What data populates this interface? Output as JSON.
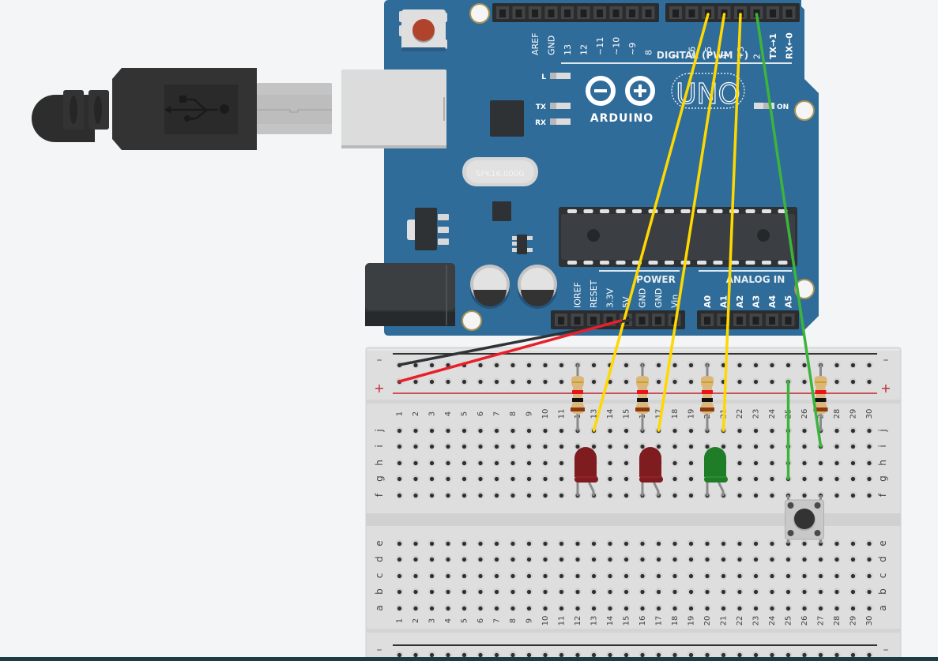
{
  "canvas": {
    "background": "#f3f5f7"
  },
  "usb_cable": {
    "symbol": "usb-icon"
  },
  "arduino": {
    "board_color": "#2f6c99",
    "logo_text": "ARDUINO",
    "model_text": "UNO",
    "crystal_text": "SPK16.000G",
    "led_labels": {
      "l": "L",
      "tx": "TX",
      "rx": "RX",
      "on": "ON"
    },
    "digital_header_title": "DIGITAL (PWM ~)",
    "digital_pins_left": [
      "AREF",
      "GND",
      "13",
      "12",
      "~11",
      "~10",
      "~9",
      "8"
    ],
    "digital_pins_right": [
      "7",
      "~6",
      "~5",
      "4",
      "~3",
      "2",
      "TX→1",
      "RX←0"
    ],
    "power_header_title": "POWER",
    "power_pins": [
      "IOREF",
      "RESET",
      "3.3V",
      "5V",
      "GND",
      "GND",
      "Vin"
    ],
    "analog_header_title": "ANALOG IN",
    "analog_pins": [
      "A0",
      "A1",
      "A2",
      "A3",
      "A4",
      "A5"
    ]
  },
  "breadboard": {
    "columns": [
      "1",
      "2",
      "3",
      "4",
      "5",
      "6",
      "7",
      "8",
      "9",
      "10",
      "11",
      "12",
      "13",
      "14",
      "15",
      "16",
      "17",
      "18",
      "19",
      "20",
      "21",
      "22",
      "23",
      "24",
      "25",
      "26",
      "27",
      "28",
      "29",
      "30"
    ],
    "rows_top": [
      "j",
      "i",
      "h",
      "g",
      "f"
    ],
    "rows_bottom": [
      "e",
      "d",
      "c",
      "b",
      "a"
    ],
    "rail_minus": "–",
    "rail_plus": "+",
    "rail_plus_color": "#c0272d"
  },
  "components": {
    "resistors": [
      {
        "name": "resistor-1",
        "column": "12",
        "bands": [
          "#c9a227",
          "#e8141b",
          "#111111",
          "#8b3a0e"
        ]
      },
      {
        "name": "resistor-2",
        "column": "16",
        "bands": [
          "#c9a227",
          "#e8141b",
          "#111111",
          "#8b3a0e"
        ]
      },
      {
        "name": "resistor-3",
        "column": "20",
        "bands": [
          "#c9a227",
          "#e8141b",
          "#111111",
          "#8b3a0e"
        ]
      },
      {
        "name": "resistor-4",
        "column": "27",
        "bands": [
          "#c9a227",
          "#e8141b",
          "#111111",
          "#8b3a0e"
        ]
      }
    ],
    "leds": [
      {
        "name": "led-red-1",
        "column": "12",
        "color": "#7e1c1f",
        "rim": "#9a2a2d"
      },
      {
        "name": "led-red-2",
        "column": "16",
        "color": "#7e1c1f",
        "rim": "#9a2a2d"
      },
      {
        "name": "led-green",
        "column": "20",
        "color": "#1f7d27",
        "rim": "#2f9a38"
      }
    ],
    "pushbutton": {
      "column": "25"
    },
    "wires": [
      {
        "name": "wire-pin5",
        "from": "~5",
        "to": "13j",
        "color": "#ffd800"
      },
      {
        "name": "wire-pin4",
        "from": "4",
        "to": "17j",
        "color": "#ffd800"
      },
      {
        "name": "wire-pin3",
        "from": "~3",
        "to": "21j",
        "color": "#ffd800"
      },
      {
        "name": "wire-pin2",
        "from": "2",
        "to": "27i",
        "color": "#3cb43c"
      },
      {
        "name": "wire-button",
        "from": "25+",
        "to": "25g",
        "color": "#3cb43c"
      },
      {
        "name": "wire-gnd",
        "from": "GND",
        "to": "1-",
        "color": "#2f3336"
      },
      {
        "name": "wire-5v",
        "from": "5V",
        "to": "1+",
        "color": "#e8202a"
      }
    ]
  }
}
